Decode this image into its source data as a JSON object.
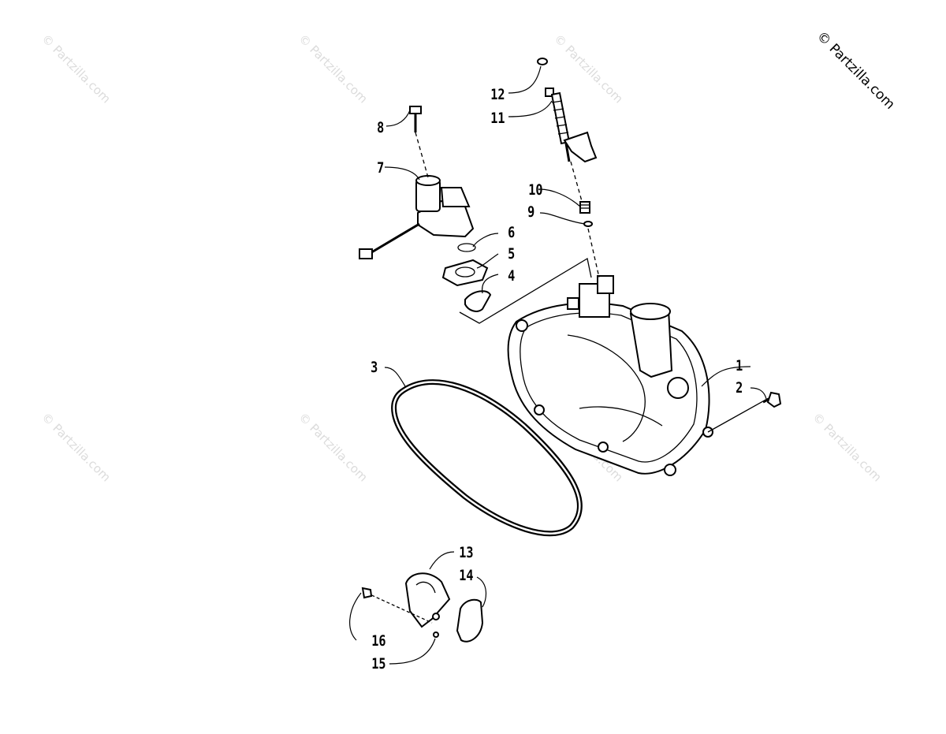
{
  "watermark": {
    "text": "© Partzilla.com"
  },
  "callouts": {
    "c1": "1",
    "c2": "2",
    "c3": "3",
    "c4": "4",
    "c5": "5",
    "c6": "6",
    "c7": "7",
    "c8": "8",
    "c9": "9",
    "c10": "10",
    "c11": "11",
    "c12": "12",
    "c13": "13",
    "c14": "14",
    "c15": "15",
    "c16": "16"
  }
}
